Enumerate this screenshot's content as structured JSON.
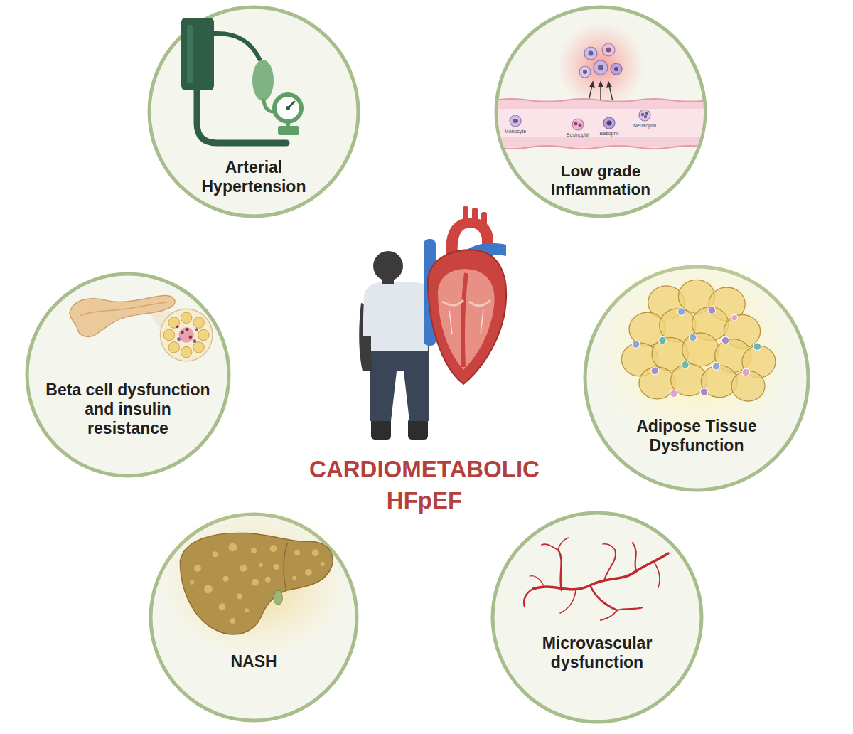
{
  "diagram": {
    "title": "CARDIOMETABOLIC HFpEF",
    "nodes": [
      {
        "text": [
          "Arterial Hypertension"
        ]
      },
      {
        "text": [
          "Low grade Inflammation"
        ]
      },
      {
        "text": [
          "Beta cell dysfunction and insulin resistance"
        ]
      },
      {
        "text": [
          "Adipose Tissue Dysfunction"
        ]
      },
      {
        "text": [
          "NASH"
        ]
      },
      {
        "text": [
          "Microvascular dysfunction"
        ]
      }
    ],
    "labels": [
      "Monocyte",
      "Eosinophil",
      "Basophil",
      "Neutrophil"
    ]
  }
}
